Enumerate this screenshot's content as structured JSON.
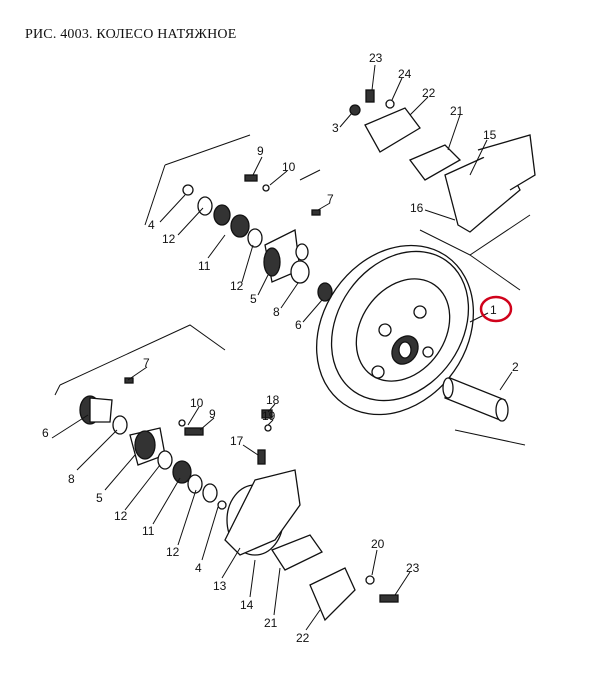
{
  "title": "РИС. 4003. КОЛЕСО НАТЯЖНОЕ",
  "highlight_color": "#d0021b",
  "callouts_top": [
    "23",
    "24",
    "22",
    "3",
    "21",
    "15",
    "16",
    "9",
    "10",
    "7",
    "4",
    "12",
    "11",
    "12",
    "5",
    "8",
    "6",
    "1",
    "2"
  ],
  "callouts_bottom": [
    "7",
    "10",
    "9",
    "18",
    "19",
    "17",
    "6",
    "8",
    "5",
    "12",
    "11",
    "12",
    "4",
    "13",
    "14",
    "20",
    "23",
    "21",
    "22"
  ]
}
